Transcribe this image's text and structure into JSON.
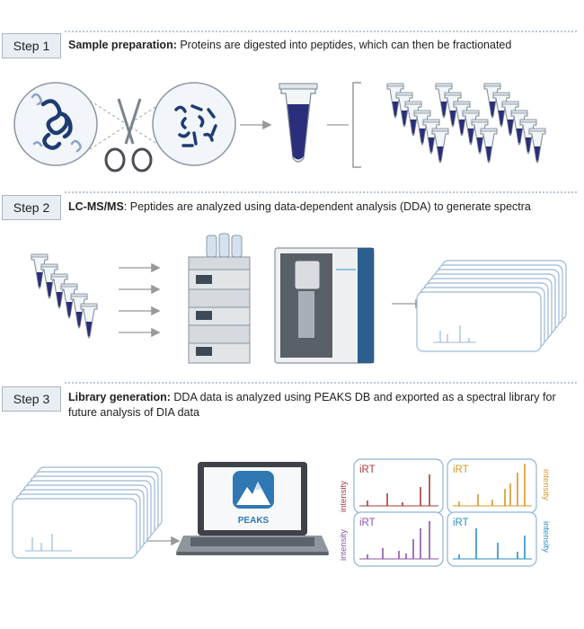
{
  "steps": [
    {
      "badge": "Step 1",
      "title": "Sample preparation:",
      "description": " Proteins are digested into peptides, which can then be fractionated"
    },
    {
      "badge": "Step 2",
      "title": "LC-MS/MS",
      "description": ": Peptides are analyzed using data-dependent analysis (DDA)  to generate spectra"
    },
    {
      "badge": "Step 3",
      "title": "Library generation:",
      "description": " DDA data is analyzed using PEAKS DB and exported as a spectral library for future analysis of DIA data"
    }
  ],
  "laptop": {
    "app_name": "PEAKS"
  },
  "spectra_panels": [
    {
      "label": "iRT",
      "axis": "intensity",
      "color": "#a63a3a"
    },
    {
      "label": "iRT",
      "axis": "intensity",
      "color": "#d9962a"
    },
    {
      "label": "iRT",
      "axis": "intensity",
      "color": "#8a55a8"
    },
    {
      "label": "iRT",
      "axis": "intensity",
      "color": "#2a8fc4"
    }
  ],
  "colors": {
    "badge_bg": "#e9eef4",
    "tube_liquid": "#2b2e7a",
    "arrow": "#999999",
    "panel_border": "#8fb4d8"
  }
}
